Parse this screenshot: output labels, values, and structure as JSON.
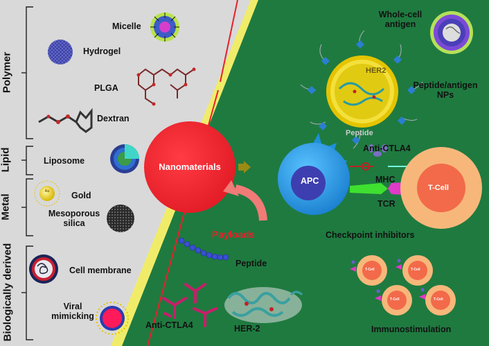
{
  "categories": {
    "polymer": "Polymer",
    "lipid": "Lipid",
    "metal": "Metal",
    "bio": "Biologically derived"
  },
  "materials": {
    "micelle": "Micelle",
    "hydrogel": "Hydrogel",
    "plga": "PLGA",
    "dextran": "Dextran",
    "liposome": "Liposome",
    "gold": "Gold",
    "gold_core": "Au",
    "mesoporous": "Mesoporous\nsilica",
    "cell_membrane": "Cell membrane",
    "viral": "Viral\nmimicking"
  },
  "center": {
    "nanomaterials": "Nanomaterials",
    "payloads": "Payloads"
  },
  "payloads": {
    "peptide": "Peptide",
    "anti_ctla4": "Anti-CTLA4",
    "her2": "HER-2"
  },
  "right": {
    "whole_cell": "Whole-cell\nantigen",
    "her2": "HER2",
    "peptide_np": "Peptide/antigen\nNPs",
    "peptide": "Peptide",
    "anti_ctla4": "Anti-CTLA4",
    "apc": "APC",
    "mhc": "MHC",
    "tcr": "TCR",
    "tcell": "T-Cell",
    "checkpoint": "Checkpoint inhibitors",
    "small_tcell": "T-Cell",
    "immuno": "Immunostimulation"
  },
  "colors": {
    "background": "#d9d9d9",
    "right_panel": "#1f7a40",
    "accent_red": "#e8202a",
    "apc_blue": "#1e8fd9",
    "tcell_orange": "#f7b77a"
  }
}
